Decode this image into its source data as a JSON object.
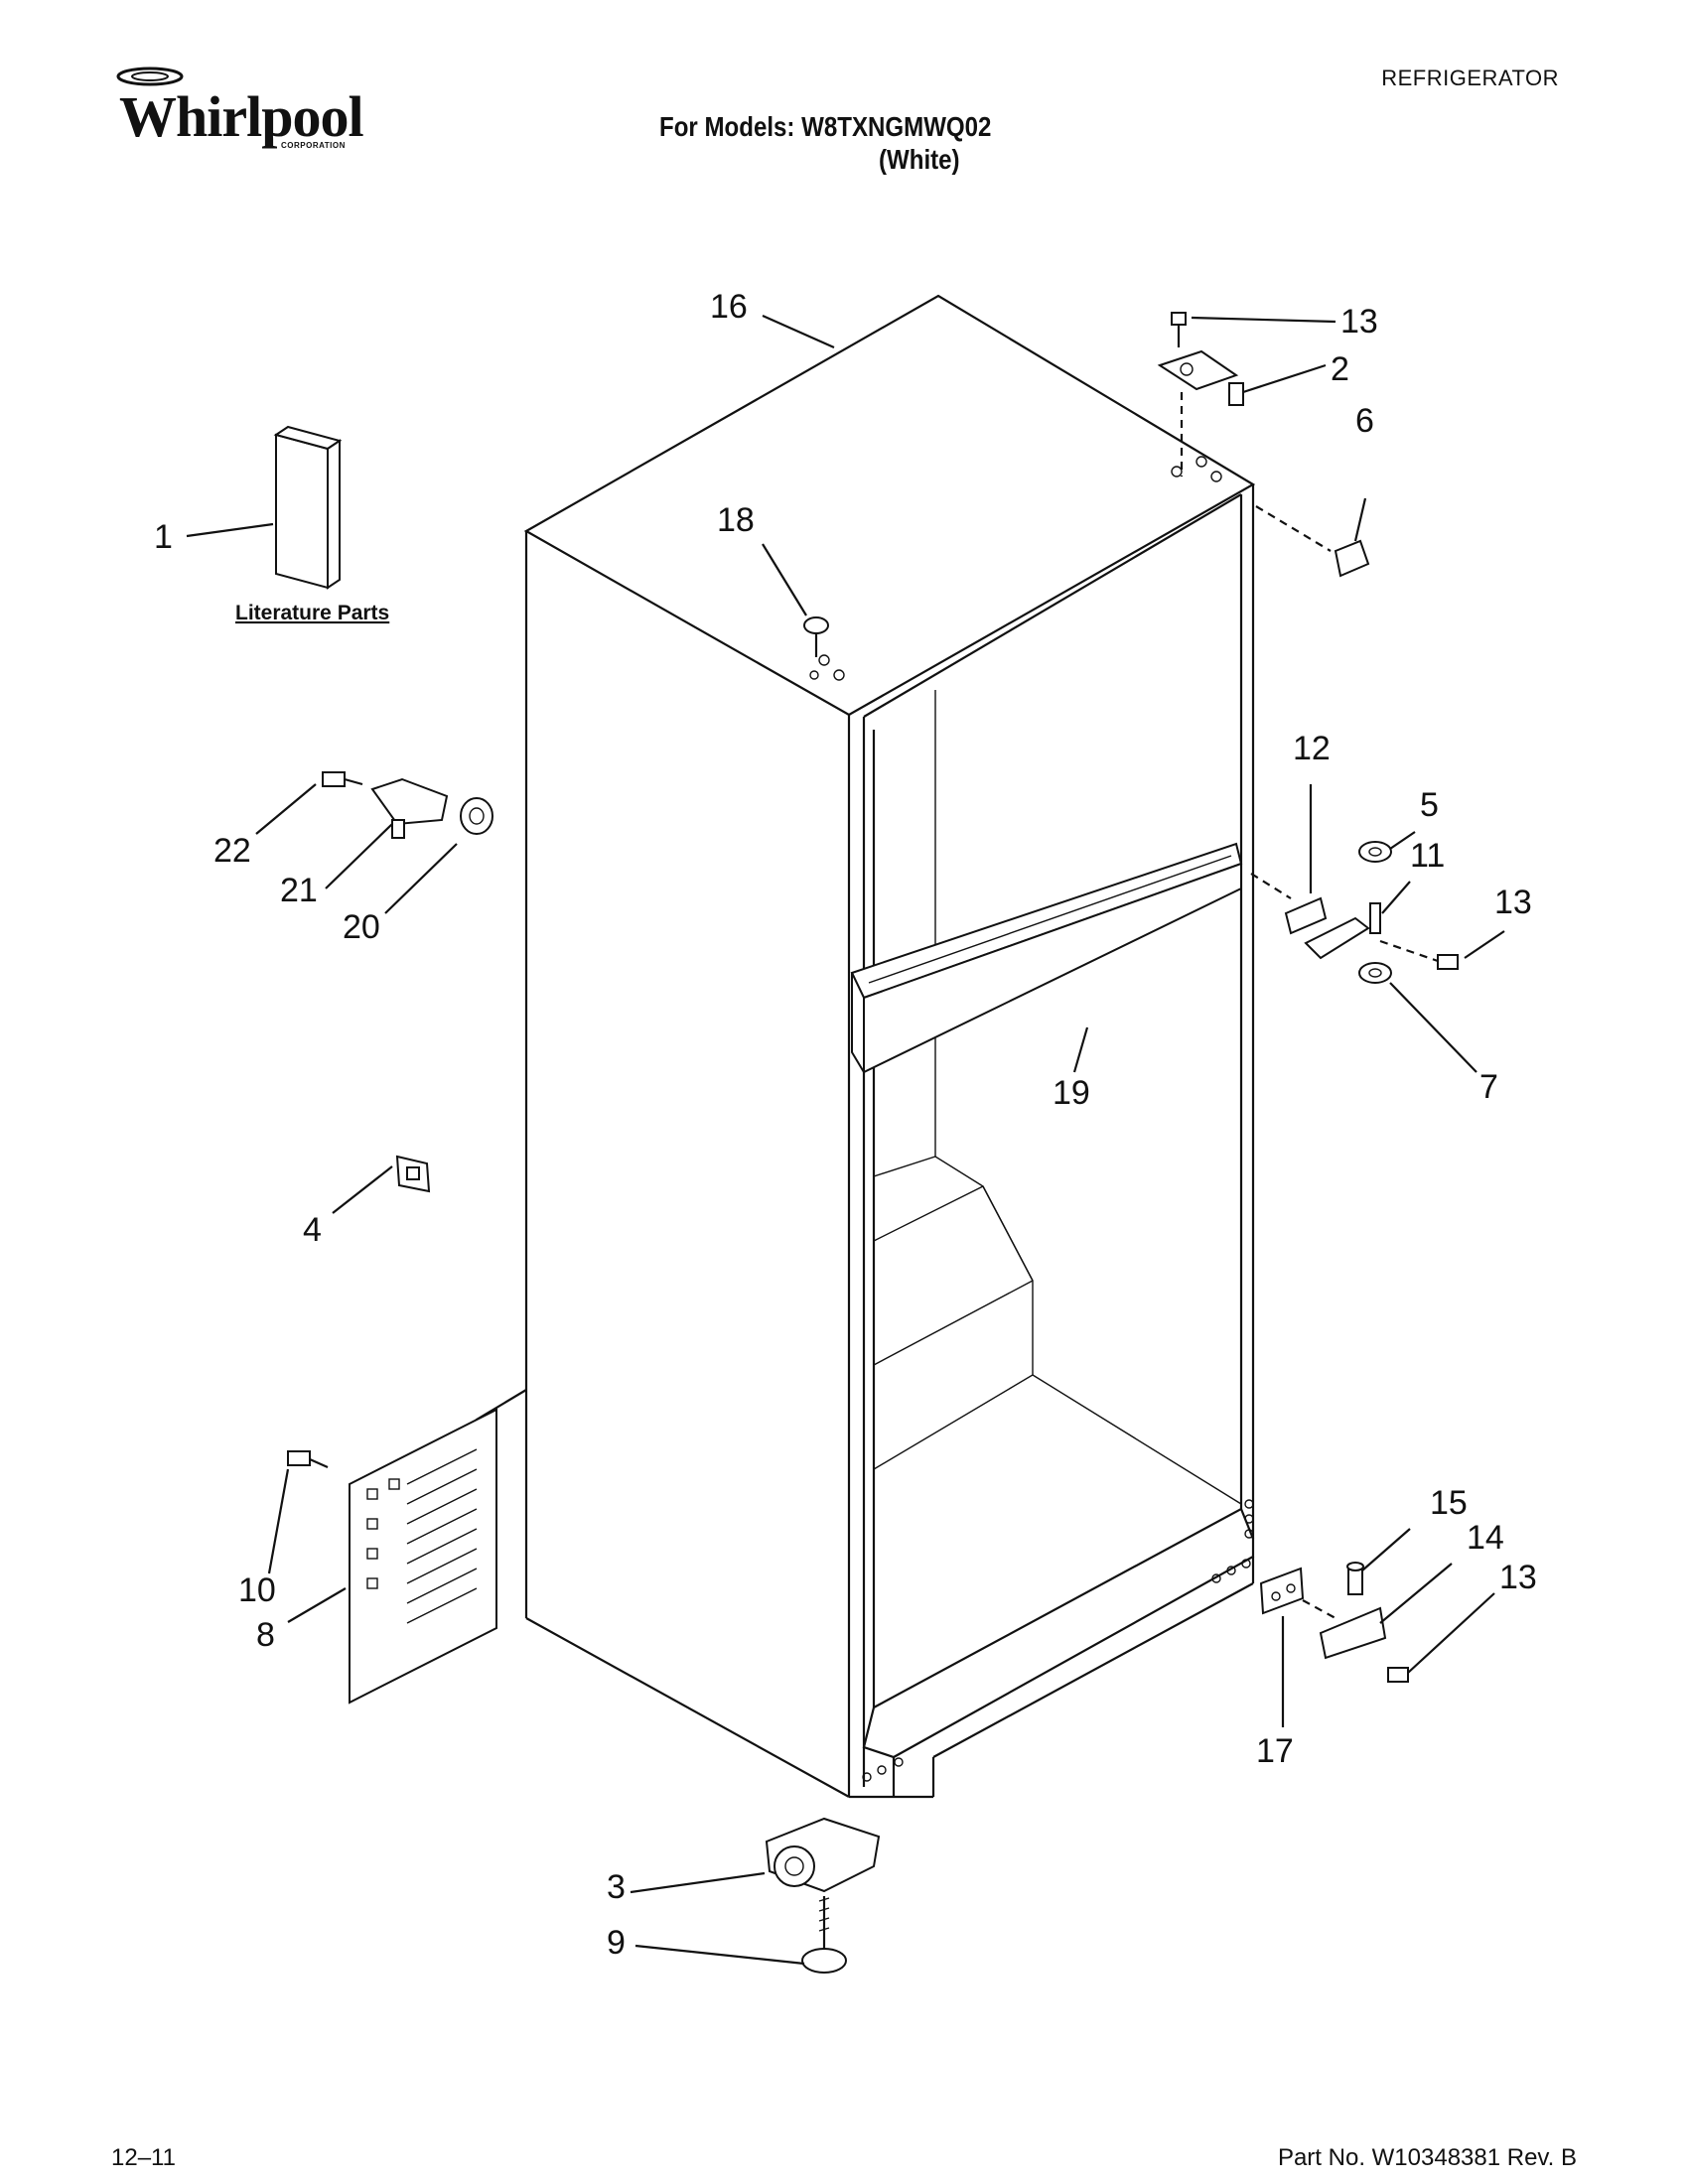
{
  "header": {
    "brand": "Whirlpool",
    "brand_sub": "CORPORATION",
    "category": "REFRIGERATOR",
    "models_line": "For Models: W8TXNGMWQ02",
    "color_line": "(White)"
  },
  "diagram": {
    "literature_label": "Literature Parts",
    "callouts": {
      "c1": "1",
      "c2": "2",
      "c3": "3",
      "c4": "4",
      "c5": "5",
      "c6": "6",
      "c7": "7",
      "c8": "8",
      "c9": "9",
      "c10": "10",
      "c11": "11",
      "c12": "12",
      "c13a": "13",
      "c13b": "13",
      "c13c": "13",
      "c14": "14",
      "c15": "15",
      "c16": "16",
      "c17": "17",
      "c18": "18",
      "c19": "19",
      "c20": "20",
      "c21": "21",
      "c22": "22"
    }
  },
  "footer": {
    "date": "12–11",
    "part_number": "Part No. W10348381 Rev. B"
  }
}
